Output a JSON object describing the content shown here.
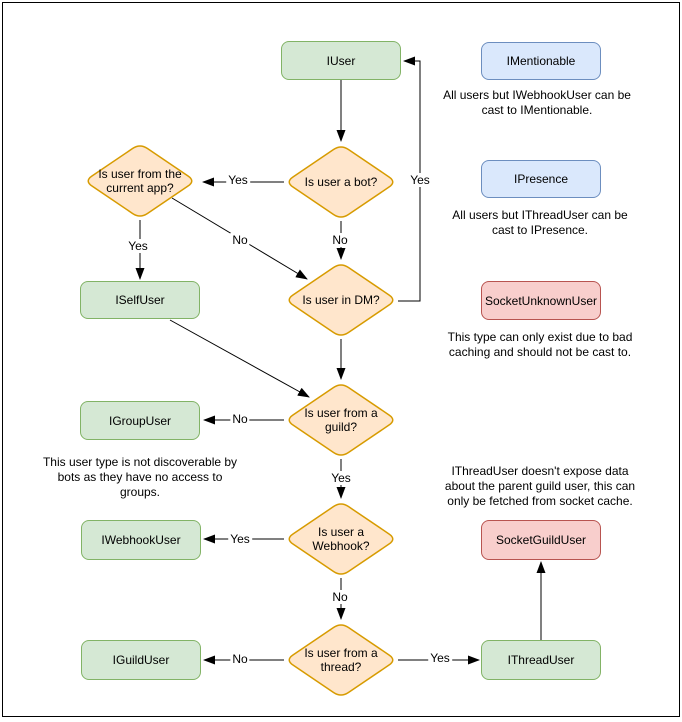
{
  "colors": {
    "interface_fill": "#d5e8d4",
    "interface_stroke": "#82b366",
    "decision_fill": "#ffe6cc",
    "decision_stroke": "#d79b00",
    "castable_fill": "#dae8fc",
    "castable_stroke": "#6c8ebf",
    "socket_fill": "#f8cecc",
    "socket_stroke": "#b85450",
    "edge_color": "#000000"
  },
  "nodes": {
    "iuser": "IUser",
    "imentionable": "IMentionable",
    "ipresence": "IPresence",
    "socket_unknown_user": "SocketUnknownUser",
    "iself_user": "ISelfUser",
    "igroup_user": "IGroupUser",
    "iwebhook_user": "IWebhookUser",
    "iguild_user": "IGuildUser",
    "socket_guild_user": "SocketGuildUser",
    "ithread_user": "IThreadUser"
  },
  "decisions": {
    "is_bot": "Is user a bot?",
    "from_current_app": "Is user from the current app?",
    "in_dm": "Is user in DM?",
    "from_guild": "Is user from a guild?",
    "is_webhook": "Is user a Webhook?",
    "from_thread": "Is user from a thread?"
  },
  "notes": {
    "mentionable": "All users but IWebhookUser can be cast to IMentionable.",
    "presence": "All users but IThreadUser can be cast to IPresence.",
    "unknown": "This type can only exist due to bad caching and should not be cast to.",
    "group": "This user type is not discoverable by bots as they have no access to groups.",
    "thread": "IThreadUser doesn't expose data about the parent guild user, this can only be fetched from socket cache."
  },
  "edge_labels": {
    "bot_to_app": "Yes",
    "bot_to_dm": "No",
    "app_to_self": "Yes",
    "app_to_dm": "No",
    "dm_to_iuser": "Yes",
    "guild_to_group": "No",
    "guild_to_webhook": "Yes",
    "webhook_to_webhookuser": "Yes",
    "webhook_to_thread": "No",
    "thread_to_guilduser": "No",
    "thread_to_threaduser": "Yes"
  }
}
